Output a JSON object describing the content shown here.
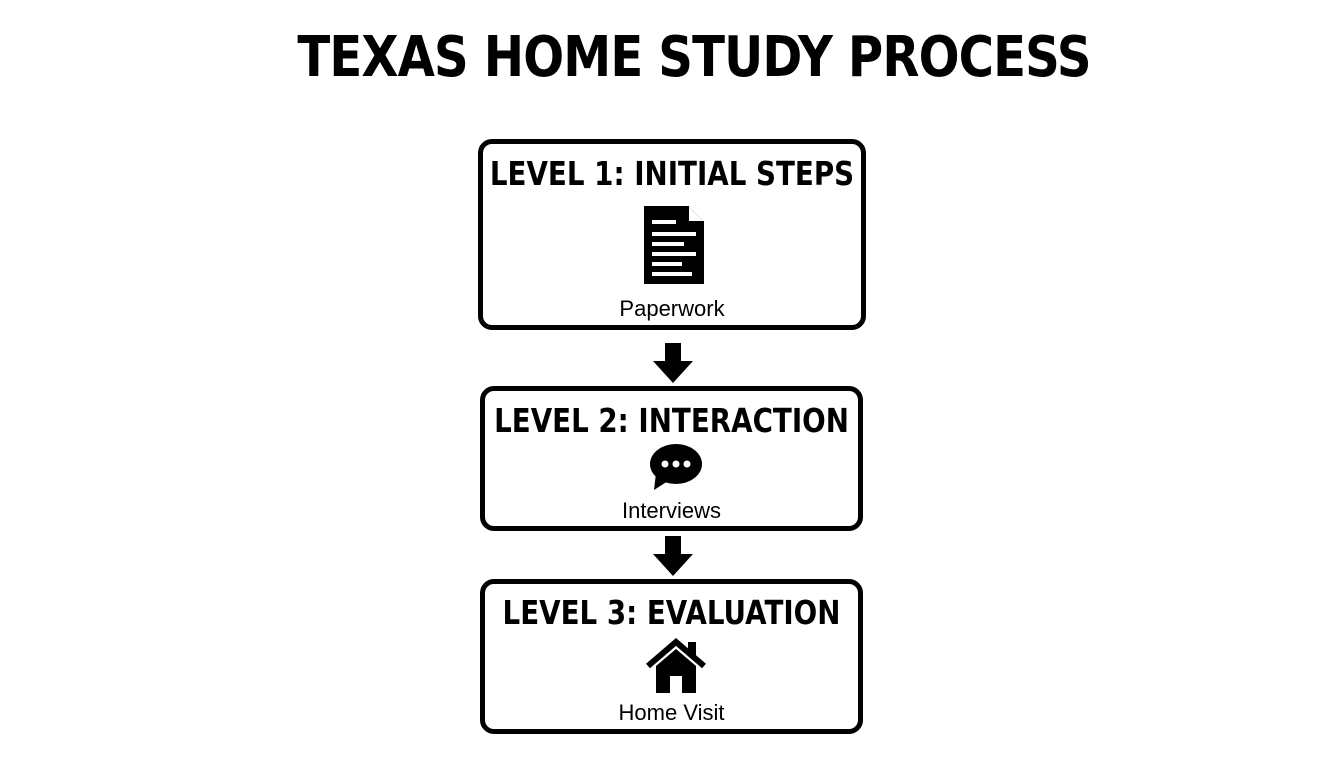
{
  "title": "TEXAS HOME STUDY PROCESS",
  "levels": [
    {
      "heading": "LEVEL 1: INITIAL STEPS",
      "caption": "Paperwork",
      "icon": "document-icon"
    },
    {
      "heading": "LEVEL 2: INTERACTION",
      "caption": "Interviews",
      "icon": "speech-bubble-icon"
    },
    {
      "heading": "LEVEL 3: EVALUATION",
      "caption": "Home Visit",
      "icon": "house-icon"
    }
  ],
  "colors": {
    "stroke": "#000000",
    "background": "#ffffff"
  }
}
